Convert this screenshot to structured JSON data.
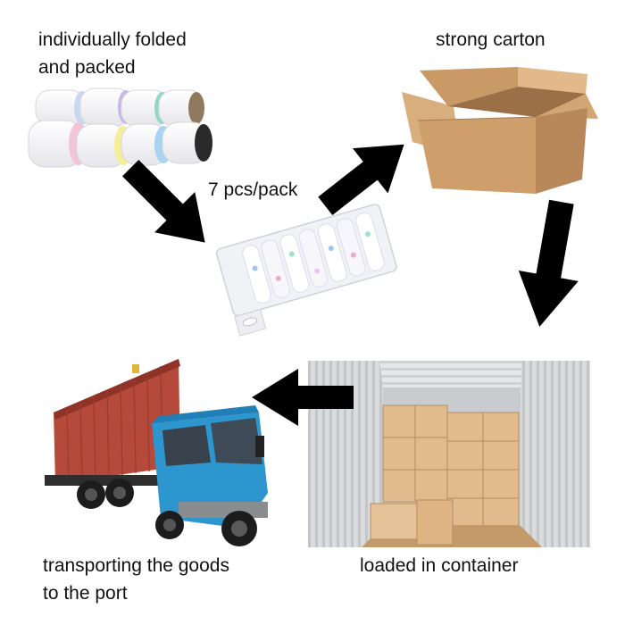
{
  "labels": {
    "folded_line1": "individually folded",
    "folded_line2": "and packed",
    "carton": "strong carton",
    "pack": "7 pcs/pack",
    "container": "loaded in container",
    "transport_line1": "transporting the goods",
    "transport_line2": "to the port"
  },
  "icons": [
    "folded-towels-image",
    "carton-box-image",
    "plastic-pack-image",
    "container-interior-image",
    "truck-image",
    "arrow-icon"
  ]
}
